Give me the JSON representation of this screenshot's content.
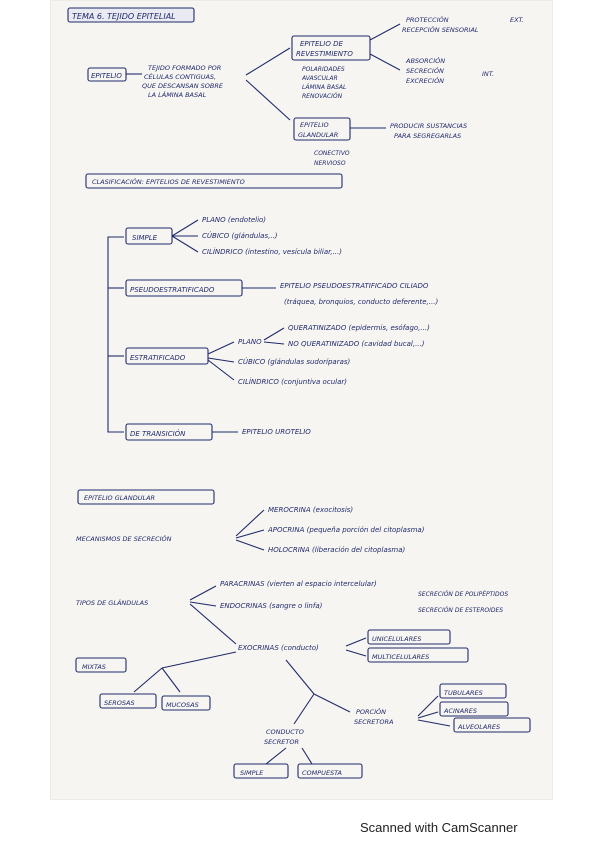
{
  "footer": "Scanned with CamScanner",
  "notes": {
    "title": "TEMA 6. TEJIDO EPITELIAL",
    "epitelio": "EPITELIO",
    "def1": "TEJIDO FORMADO POR",
    "def2": "CÉLULAS CONTIGUAS,",
    "def3": "QUE DESCANSAN SOBRE",
    "def4": "LA LÁMINA BASAL",
    "rev1": "EPITELIO DE",
    "rev2": "REVESTIMIENTO",
    "prot1": "PROTECCIÓN",
    "prot2": "RECEPCIÓN SENSORIAL",
    "ext": "EXT.",
    "abs": "ABSORCIÓN",
    "sec": "SECRECIÓN",
    "exc": "EXCRECIÓN",
    "int": "INT.",
    "p1": "POLARIDADES",
    "p2": "AVASCULAR",
    "p3": "LÁMINA BASAL",
    "p4": "RENOVACIÓN",
    "gl1": "EPITELIO",
    "gl2": "GLANDULAR",
    "prod1": "PRODUCIR SUSTANCIAS",
    "prod2": "PARA SEGREGARLAS",
    "cos": "CONECTIVO",
    "arr": "NERVIOSO",
    "clas": "CLASIFICACIÓN: EPITELIOS DE REVESTIMIENTO",
    "simple": "SIMPLE",
    "plano": "PLANO (endotelio)",
    "cubico": "CÚBICO (glándulas,..)",
    "cilindrico": "CILÍNDRICO (intestino, vesícula biliar,...)",
    "pseudo": "PSEUDOESTRATIFICADO",
    "pseudo_d1": "EPITELIO PSEUDOESTRATIFICADO CILIADO",
    "pseudo_d2": "(tráquea, bronquios, conducto deferente,...)",
    "estrat": "ESTRATIFICADO",
    "plano2": "PLANO",
    "queratinizado": "QUERATINIZADO (epidermis, esófago,...)",
    "noqueratinizado": "NO QUERATINIZADO (cavidad bucal,...)",
    "cubico2": "CÚBICO (glándulas sudoríparas)",
    "cilindrico2": "CILÍNDRICO (conjuntiva ocular)",
    "trans": "DE TRANSICIÓN",
    "urotelio": "EPITELIO UROTELIO",
    "gland": "EPITELIO GLANDULAR",
    "mec": "MECANISMOS DE SECRECIÓN",
    "merocrina": "MEROCRINA (exocitosis)",
    "apocrina": "APOCRINA (pequeña porción del citoplasma)",
    "holocrina": "HOLOCRINA (liberación del citoplasma)",
    "tipos": "TIPOS DE GLÁNDULAS",
    "paracrinas": "PARACRINAS (vierten al espacio intercelular)",
    "endocrinas": "ENDOCRINAS (sangre o linfa)",
    "seccpol": "SECRECIÓN DE POLIPÉPTIDOS",
    "seccest": "SECRECIÓN DE ESTEROIDES",
    "exocrinas": "EXOCRINAS (conducto)",
    "unicel": "UNICELULARES",
    "multicel": "MULTICELULARES",
    "mixtas": "MIXTAS",
    "serosas": "SEROSAS",
    "mucosas": "MUCOSAS",
    "porcion1": "PORCIÓN",
    "porcion2": "SECRETORA",
    "conducto1": "CONDUCTO",
    "conducto2": "SECRETOR",
    "simple2": "SIMPLE",
    "compuesta": "COMPUESTA",
    "tubular": "TUBULARES",
    "acinar": "ACINARES",
    "alveolar": "ALVEOLARES"
  }
}
